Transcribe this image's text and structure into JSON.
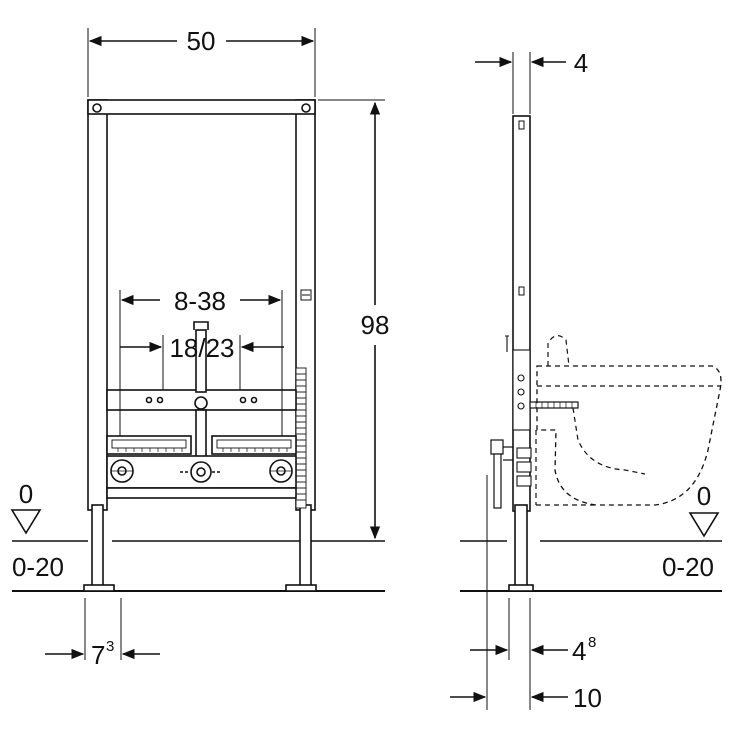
{
  "front_view": {
    "width_label": "50",
    "height_label": "98",
    "spacing_outer_label": "8-38",
    "spacing_inner_label": "18/23",
    "foot_depth_label_main": "7",
    "foot_depth_label_sup": "3",
    "floor_zero_label": "0",
    "floor_range_label": "0-20"
  },
  "side_view": {
    "frame_depth_label": "4",
    "offset_label_main": "4",
    "offset_label_sup": "8",
    "depth_label": "10",
    "floor_zero_label": "0",
    "floor_range_label": "0-20"
  },
  "colors": {
    "line": "#111111",
    "fill": "#ffffff",
    "hatch": "#444444"
  }
}
